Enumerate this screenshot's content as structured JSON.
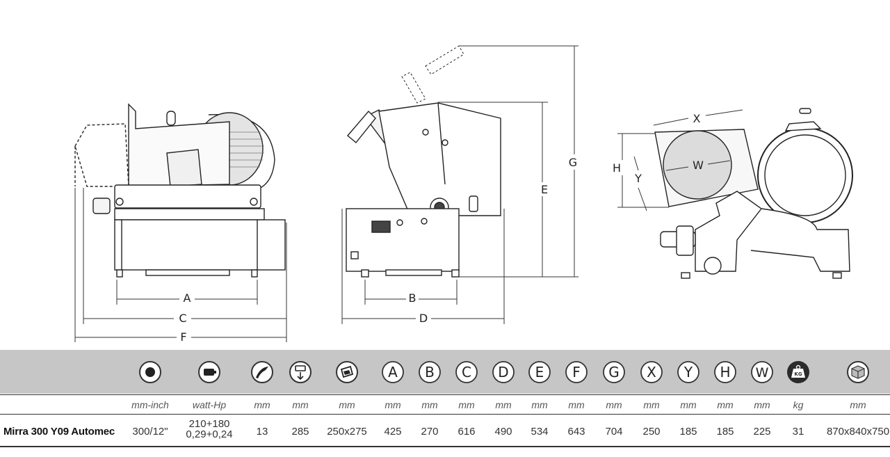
{
  "drawing": {
    "front_labels": [
      "A",
      "C",
      "F"
    ],
    "side_labels": [
      "B",
      "D",
      "E",
      "G"
    ],
    "blade_labels": [
      "X",
      "H",
      "Y",
      "W"
    ]
  },
  "icons": [
    {
      "name": "blade-diameter-icon"
    },
    {
      "name": "motor-icon"
    },
    {
      "name": "cut-thickness-icon"
    },
    {
      "name": "carriage-stroke-icon"
    },
    {
      "name": "cutting-area-icon"
    },
    {
      "name": "letter-a-icon",
      "letter": "A"
    },
    {
      "name": "letter-b-icon",
      "letter": "B"
    },
    {
      "name": "letter-c-icon",
      "letter": "C"
    },
    {
      "name": "letter-d-icon",
      "letter": "D"
    },
    {
      "name": "letter-e-icon",
      "letter": "E"
    },
    {
      "name": "letter-f-icon",
      "letter": "F"
    },
    {
      "name": "letter-g-icon",
      "letter": "G"
    },
    {
      "name": "letter-x-icon",
      "letter": "X"
    },
    {
      "name": "letter-y-icon",
      "letter": "Y"
    },
    {
      "name": "letter-h-icon",
      "letter": "H"
    },
    {
      "name": "letter-w-icon",
      "letter": "W"
    },
    {
      "name": "weight-icon",
      "text": "KG"
    },
    {
      "name": "package-icon"
    }
  ],
  "units": [
    "mm-inch",
    "watt-Hp",
    "mm",
    "mm",
    "mm",
    "mm",
    "mm",
    "mm",
    "mm",
    "mm",
    "mm",
    "mm",
    "mm",
    "mm",
    "mm",
    "mm",
    "kg",
    "mm"
  ],
  "row": {
    "model": "Mirra 300 Y09 Automec",
    "blade": "300/12\"",
    "power_line1": "210+180",
    "power_line2": "0,29+0,24",
    "thickness": "13",
    "stroke": "285",
    "cut_area": "250x275",
    "A": "425",
    "B": "270",
    "C": "616",
    "D": "490",
    "E": "534",
    "F": "643",
    "G": "704",
    "X": "250",
    "Y": "185",
    "H": "185",
    "W": "225",
    "weight": "31",
    "package": "870x840x750"
  }
}
